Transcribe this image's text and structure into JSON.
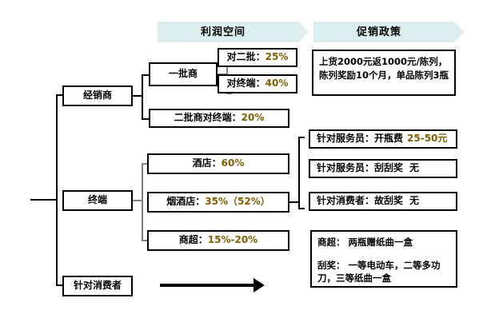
{
  "banners": [
    {
      "id": "profit-space",
      "label": "利润空间"
    },
    {
      "id": "promo-policy",
      "label": "促销政策"
    }
  ],
  "channel_nodes": [
    {
      "id": "distributor",
      "label": "经销商"
    },
    {
      "id": "terminal",
      "label": "终端"
    },
    {
      "id": "consumer",
      "label": "针对消费者"
    }
  ],
  "profit": {
    "first_tier": {
      "label": "一批商"
    },
    "first_tier_items": [
      {
        "label": "对二批：",
        "value": "25%"
      },
      {
        "label": "对终端：",
        "value": "40%"
      }
    ],
    "second_tier": {
      "label": "二批商对终端：",
      "value": "20%"
    },
    "terminal_items": [
      {
        "label": "酒店：",
        "value": "60%"
      },
      {
        "label": "烟酒店：",
        "value": "35%（52%）"
      },
      {
        "label": "商超：",
        "value": "15%-20%"
      }
    ]
  },
  "promotions": {
    "distributor_policy": "上货2000元返1000元/陈列，陈列奖励10个月，单品陈列3瓶",
    "terminal_policies": [
      {
        "label": "针对服务员：开瓶费",
        "value": "25-50元"
      },
      {
        "label": "针对服务员：刮刮奖",
        "value": "无"
      },
      {
        "label": "针对消费者：故刮奖",
        "value": "无"
      }
    ],
    "consumer_policy_line1": "商超：  两瓶赠纸曲一盒",
    "consumer_policy_line2": "刮奖：  一等电动车，二等多功刀，三等纸曲一盒"
  },
  "colors": {
    "banner_fill": "#ddeef0",
    "value_text": "#7f5f00",
    "connector_gray": "#7f7f7f",
    "line_black": "#000000"
  }
}
